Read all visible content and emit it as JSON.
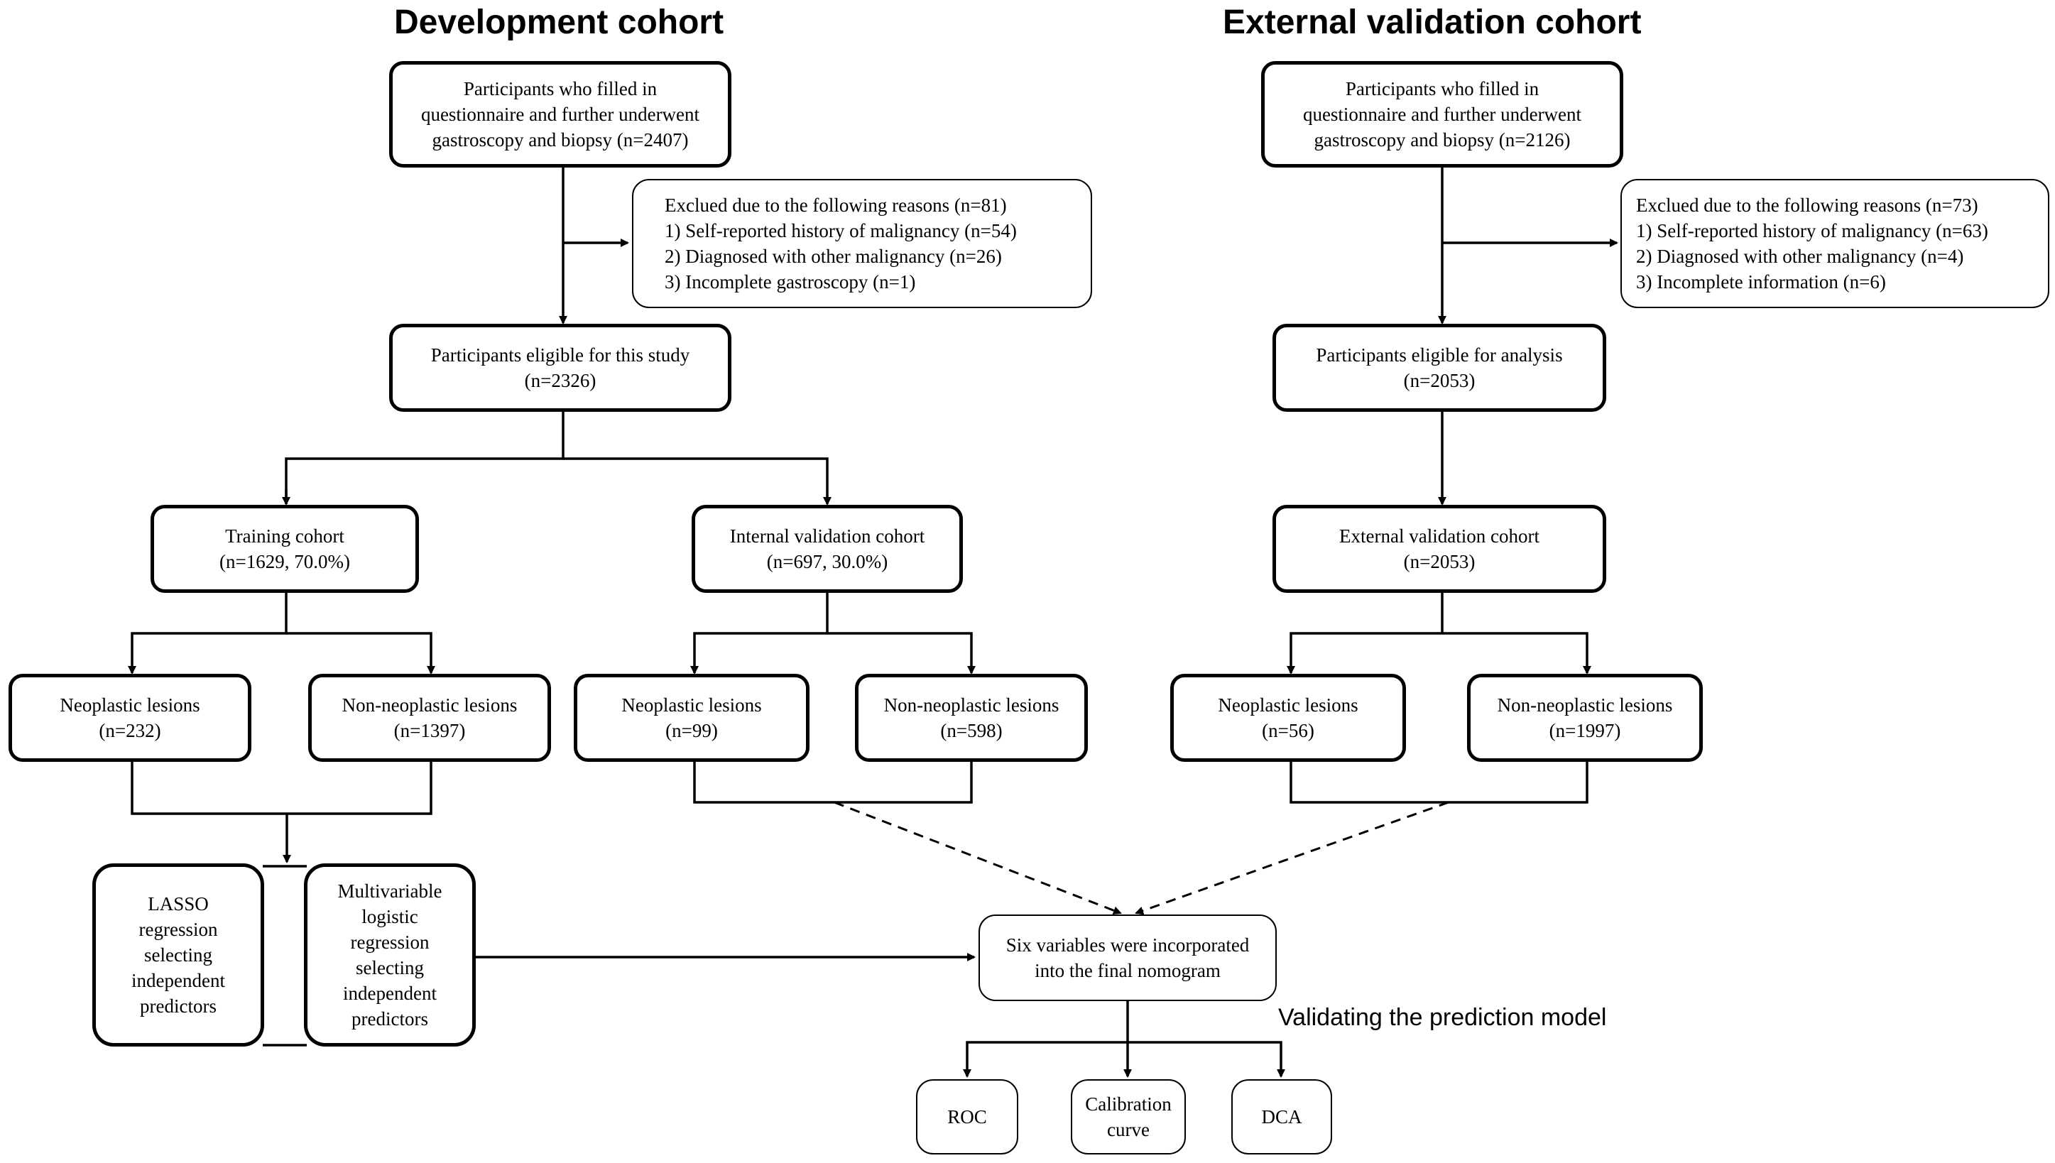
{
  "headings": {
    "development": "Development cohort",
    "external": "External validation cohort"
  },
  "dev": {
    "participants": [
      "Participants who filled in",
      "questionnaire and further underwent",
      "gastroscopy and biopsy  (n=2407)"
    ],
    "excluded": [
      "Exclued due to the following reasons (n=81)",
      "1) Self-reported history of malignancy (n=54)",
      "2) Diagnosed with other malignancy (n=26)",
      "3) Incomplete gastroscopy (n=1)"
    ],
    "eligible": [
      "Participants eligible for this study",
      "(n=2326)"
    ],
    "training": [
      "Training cohort",
      "(n=1629, 70.0%)"
    ],
    "internal": [
      "Internal validation cohort",
      "(n=697, 30.0%)"
    ],
    "train_neo": [
      "Neoplastic lesions",
      "(n=232)"
    ],
    "train_non": [
      "Non-neoplastic lesions",
      "(n=1397)"
    ],
    "int_neo": [
      "Neoplastic lesions",
      "(n=99)"
    ],
    "int_non": [
      "Non-neoplastic lesions",
      "(n=598)"
    ],
    "lasso": [
      "LASSO",
      "regression",
      "selecting",
      "independent",
      "predictors"
    ],
    "multi": [
      "Multivariable",
      "logistic",
      "regression",
      "selecting",
      "independent",
      "predictors"
    ]
  },
  "ext": {
    "participants": [
      "Participants who filled in",
      "questionnaire and further underwent",
      "gastroscopy and biopsy  (n=2126)"
    ],
    "excluded": [
      "Exclued due to the following reasons (n=73)",
      "1) Self-reported history of malignancy (n=63)",
      "2) Diagnosed with other malignancy (n=4)",
      "3) Incomplete information (n=6)"
    ],
    "eligible": [
      "Participants eligible for analysis",
      "(n=2053)"
    ],
    "cohort": [
      "External validation cohort",
      "(n=2053)"
    ],
    "neo": [
      "Neoplastic lesions",
      "(n=56)"
    ],
    "non": [
      "Non-neoplastic lesions",
      "(n=1997)"
    ]
  },
  "final": {
    "nomogram": [
      "Six variables were incorporated",
      "into the final nomogram"
    ],
    "validating_label": "Validating the prediction model",
    "roc": [
      "ROC"
    ],
    "calibration": [
      "Calibration",
      "curve"
    ],
    "dca": [
      "DCA"
    ]
  }
}
